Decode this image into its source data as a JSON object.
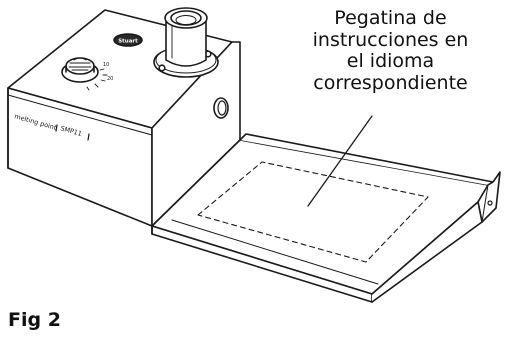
{
  "callout": {
    "lines": [
      "Pegatina de",
      "instrucciones en",
      "el idioma",
      "correspondiente"
    ]
  },
  "device_labels": {
    "brand": "Stuart",
    "model_text": "melting point",
    "model_code": "SMP11"
  },
  "caption": "Fig 2"
}
